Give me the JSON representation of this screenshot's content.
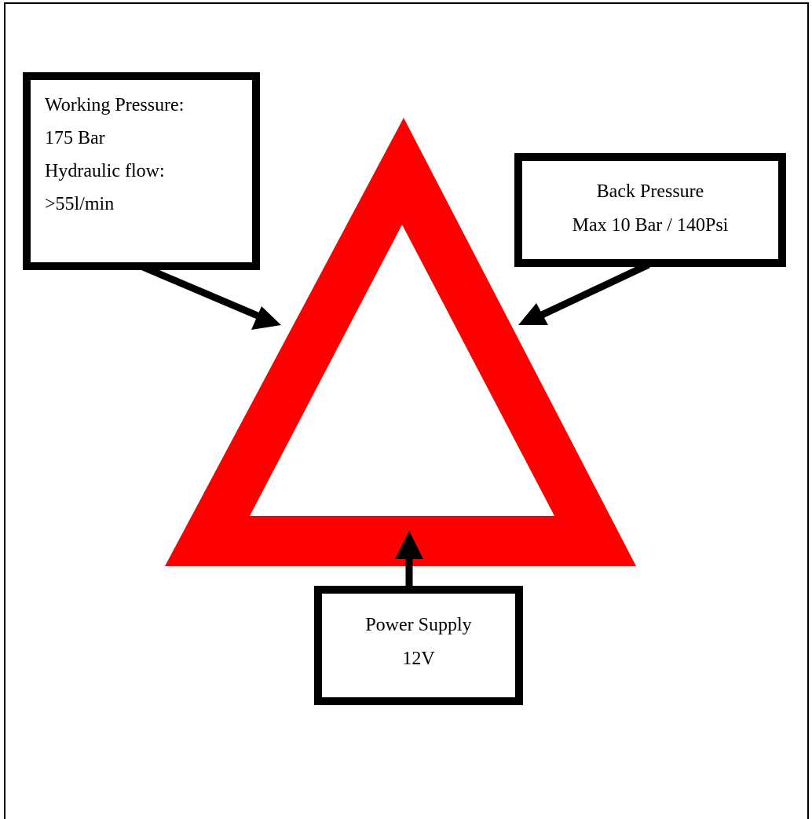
{
  "colors": {
    "triangle": "#ff0000",
    "frame": "#000000",
    "box_border": "#000000",
    "arrow": "#000000",
    "background": "#ffffff"
  },
  "working_box": {
    "line1": "Working Pressure:",
    "line2": "175 Bar",
    "line3": "Hydraulic flow:",
    "line4": ">55l/min"
  },
  "back_box": {
    "line1": "Back Pressure",
    "line2": "Max 10 Bar / 140Psi"
  },
  "power_box": {
    "line1": "Power Supply",
    "line2": "12V"
  }
}
